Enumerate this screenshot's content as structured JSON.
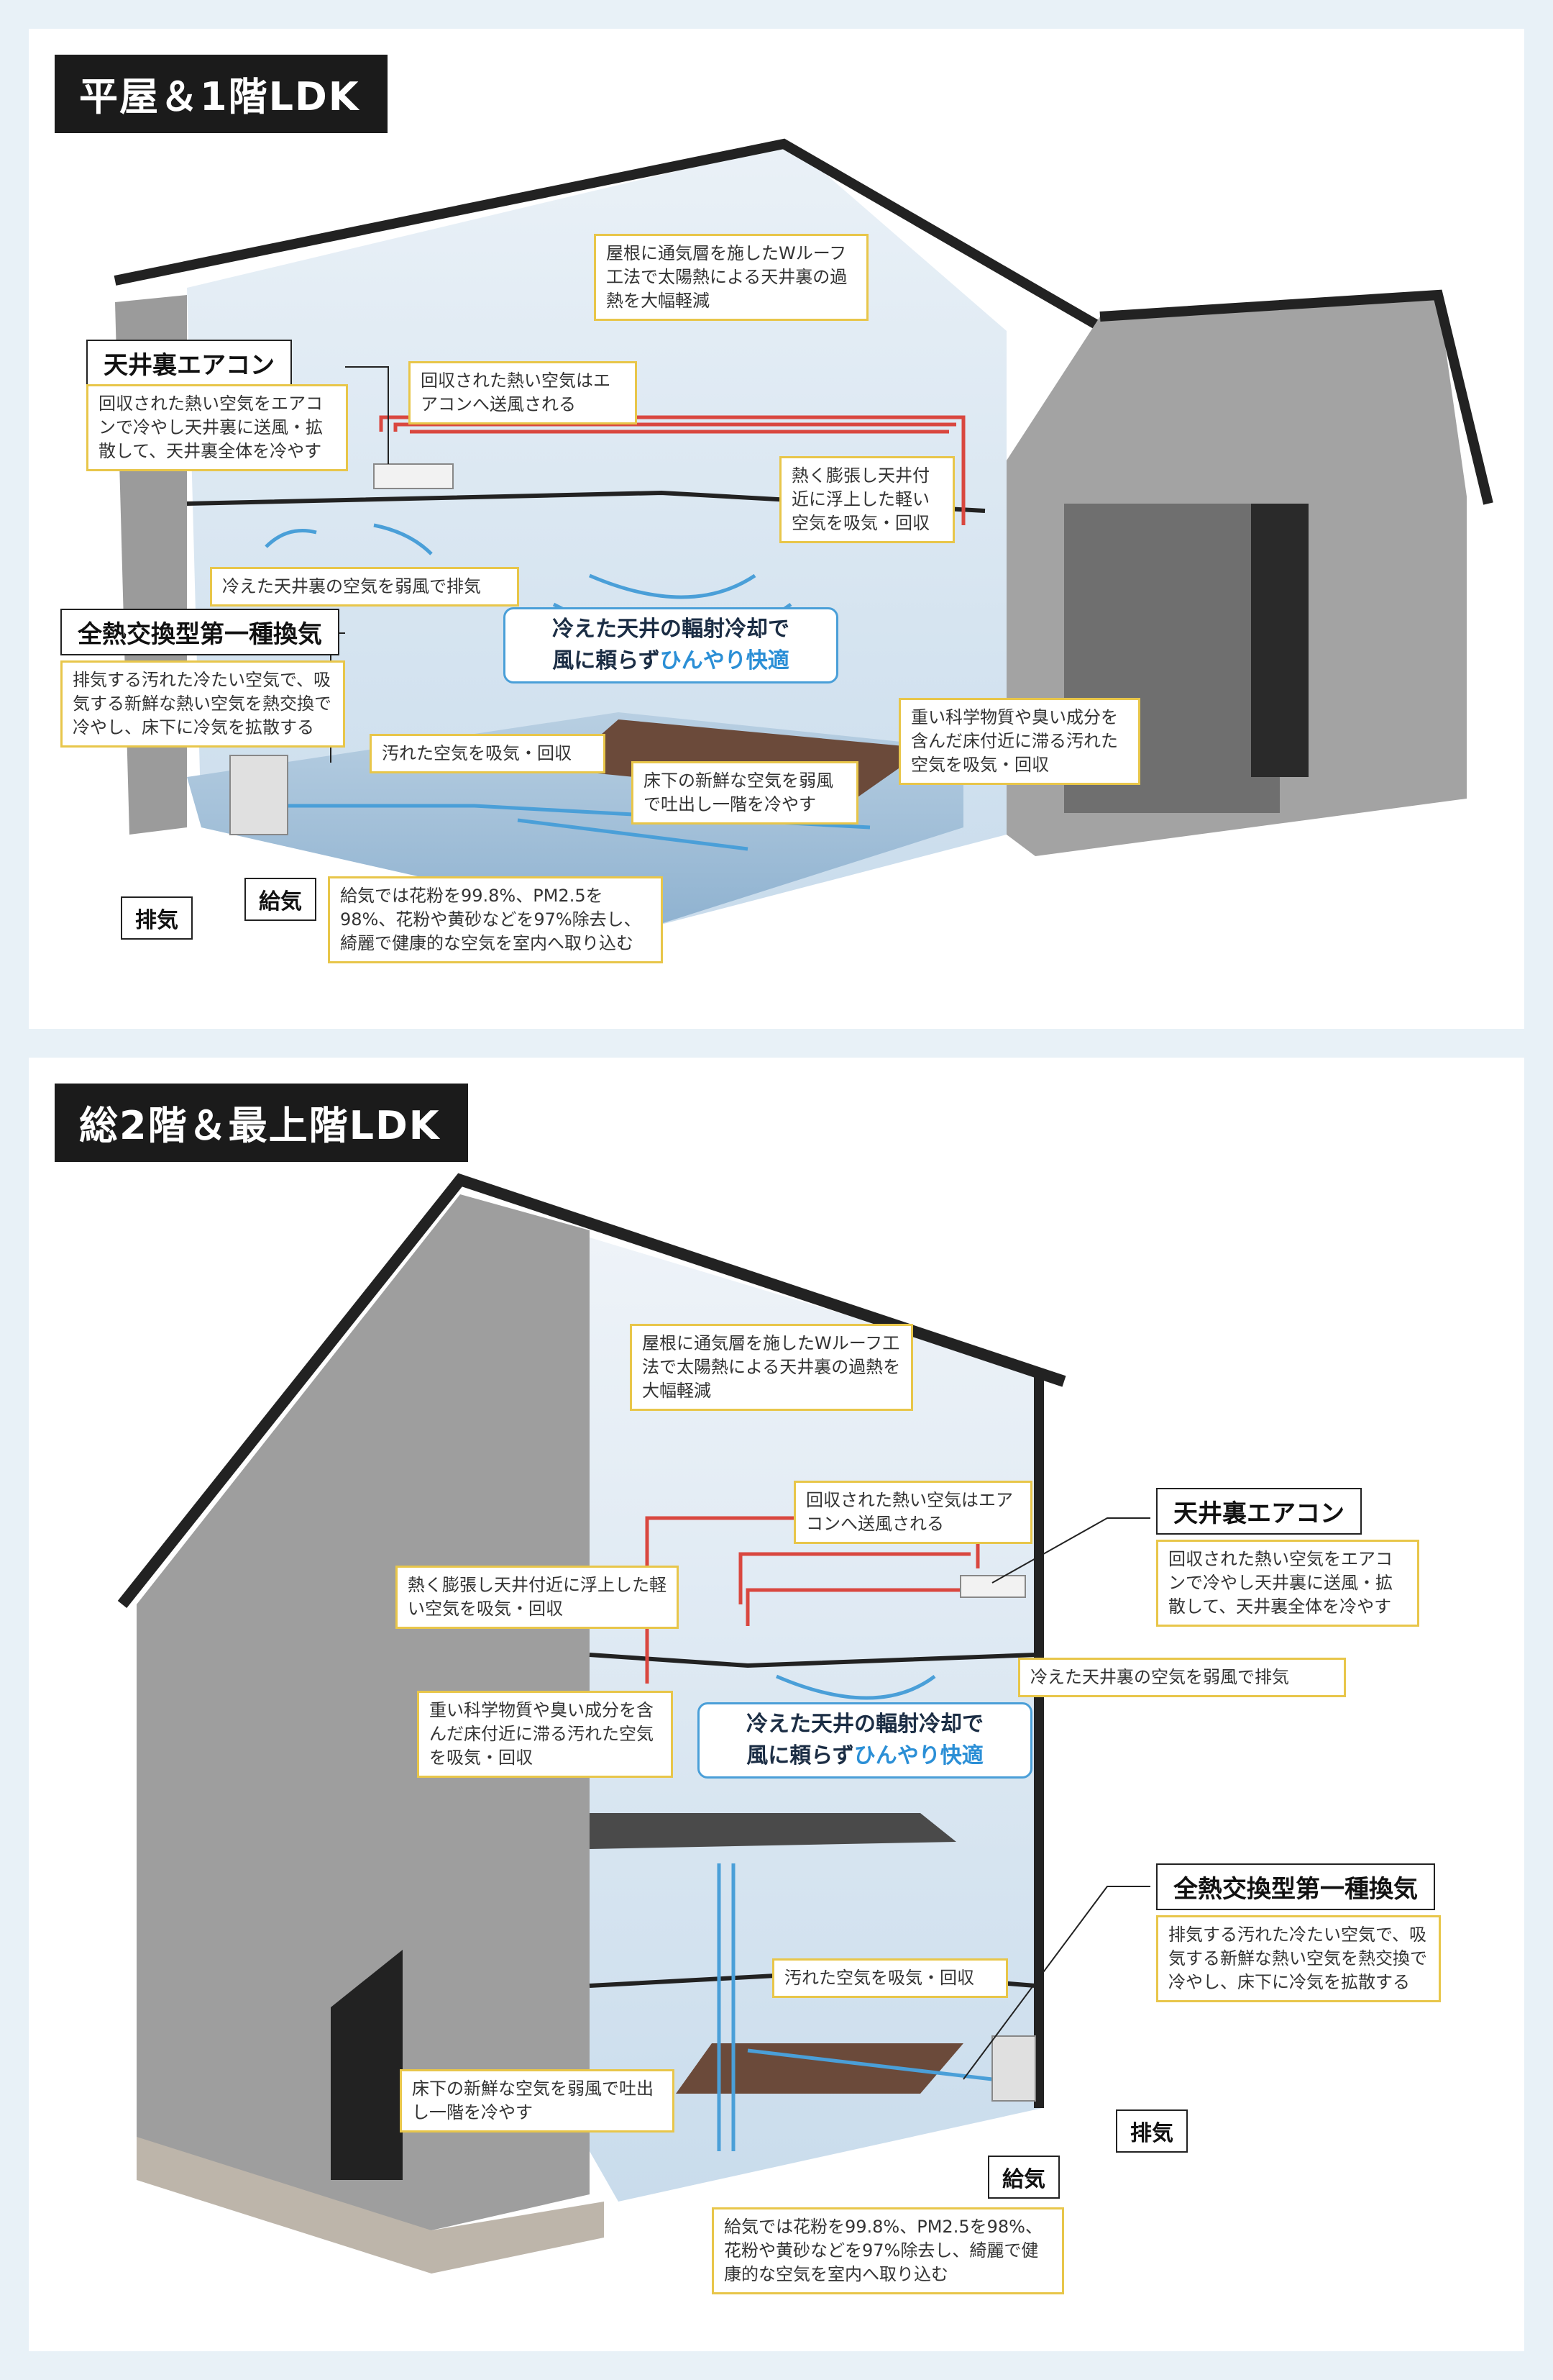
{
  "panel1": {
    "title": "平屋＆1階LDK",
    "notes": {
      "roof": "屋根に通気層を施したWルーフ工法で太陽熱による天井裏の過熱を大幅軽減",
      "ac_recovered": "回収された熱い空気はエアコンへ送風される",
      "ac_desc": "回収された熱い空気をエアコンで冷やし天井裏に送風・拡散して、天井裏全体を冷やす",
      "hot_rise": "熱く膨張し天井付近に浮上した軽い空気を吸気・回収",
      "ceiling_exhaust": "冷えた天井裏の空気を弱風で排気",
      "vent_desc": "排気する汚れた冷たい空気で、吸気する新鮮な熱い空気を熱交換で冷やし、床下に冷気を拡散する",
      "heavy_chem": "重い科学物質や臭い成分を含んだ床付近に滞る汚れた空気を吸気・回収",
      "dirty_air": "汚れた空気を吸気・回収",
      "underfloor": "床下の新鮮な空気を弱風で吐出し一階を冷やす",
      "supply": "給気では花粉を99.8%、PM2.5を98%、花粉や黄砂などを97%除去し、綺麗で健康的な空気を室内へ取り込む"
    },
    "labels": {
      "ac": "天井裏エアコン",
      "vent": "全熱交換型第一種換気",
      "exhaust": "排気",
      "supply": "給気"
    },
    "banner": {
      "line1": "冷えた天井の輻射冷却で",
      "line2_prefix": "風に頼らず",
      "line2_accent": "ひんやり快適"
    }
  },
  "panel2": {
    "title": "総2階＆最上階LDK",
    "notes": {
      "roof": "屋根に通気層を施したWルーフ工法で太陽熱による天井裏の過熱を大幅軽減",
      "ac_recovered": "回収された熱い空気はエアコンへ送風される",
      "ac_desc": "回収された熱い空気をエアコンで冷やし天井裏に送風・拡散して、天井裏全体を冷やす",
      "hot_rise": "熱く膨張し天井付近に浮上した軽い空気を吸気・回収",
      "ceiling_exhaust": "冷えた天井裏の空気を弱風で排気",
      "heavy_chem": "重い科学物質や臭い成分を含んだ床付近に滞る汚れた空気を吸気・回収",
      "vent_desc": "排気する汚れた冷たい空気で、吸気する新鮮な熱い空気を熱交換で冷やし、床下に冷気を拡散する",
      "dirty_air": "汚れた空気を吸気・回収",
      "underfloor": "床下の新鮮な空気を弱風で吐出し一階を冷やす",
      "supply": "給気では花粉を99.8%、PM2.5を98%、花粉や黄砂などを97%除去し、綺麗で健康的な空気を室内へ取り込む"
    },
    "labels": {
      "ac": "天井裏エアコン",
      "vent": "全熱交換型第一種換気",
      "exhaust": "排気",
      "supply": "給気"
    },
    "banner": {
      "line1": "冷えた天井の輻射冷却で",
      "line2_prefix": "風に頼らず",
      "line2_accent": "ひんやり快適"
    }
  },
  "colors": {
    "background": "#e8f1f7",
    "note_border": "#e8c64a",
    "label_bg": "#1b1b1b",
    "cool_air": "#4a9fd8",
    "hot_air": "#d9473f",
    "wall": "#9a9a9a"
  }
}
